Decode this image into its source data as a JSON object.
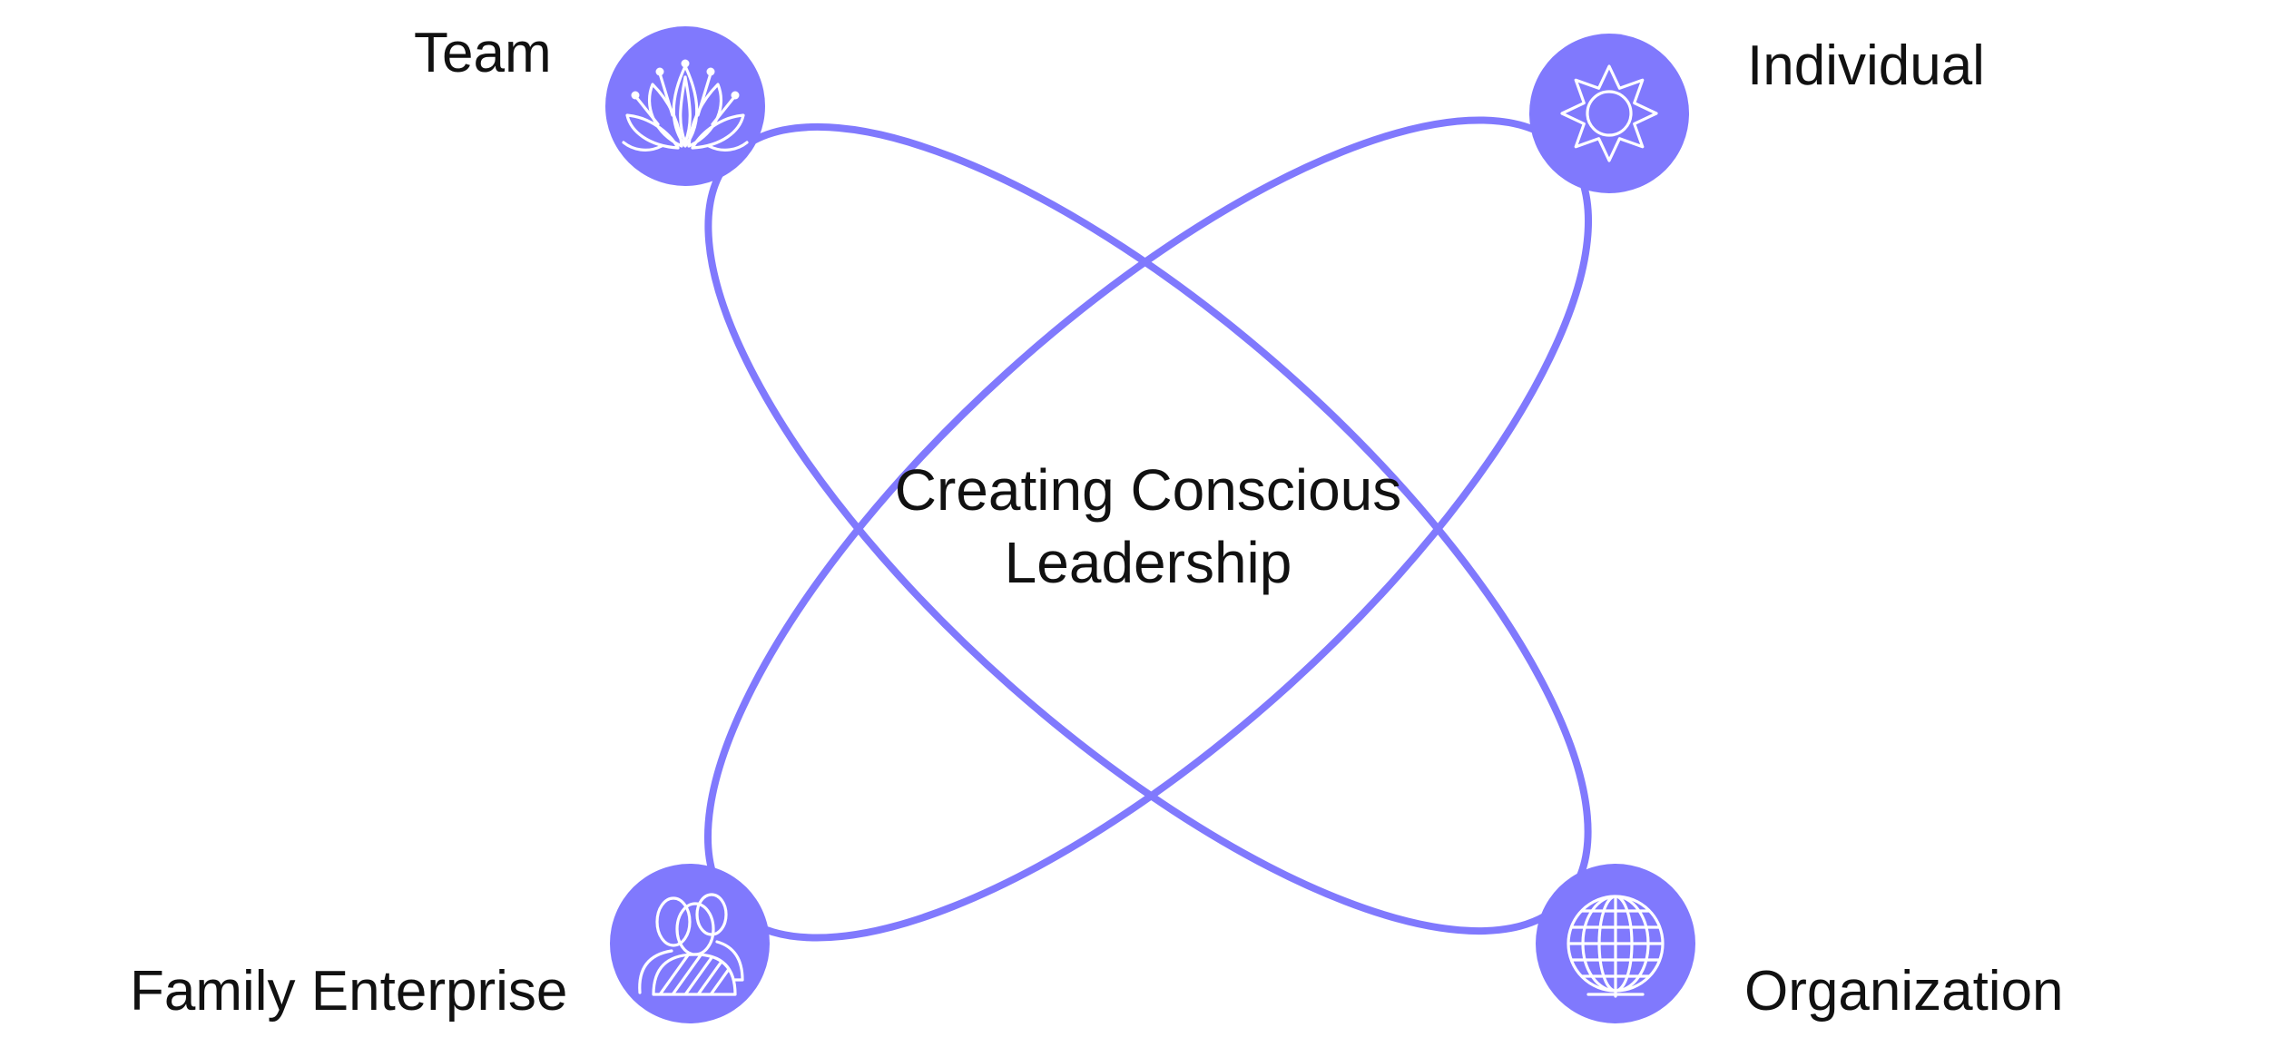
{
  "diagram": {
    "center_title": {
      "line1": "Creating Conscious",
      "line2": "Leadership"
    },
    "nodes": [
      {
        "label": "Team",
        "icon": "lotus-icon"
      },
      {
        "label": "Individual",
        "icon": "sun-icon"
      },
      {
        "label": "Family Enterprise",
        "icon": "family-icon"
      },
      {
        "label": "Organization",
        "icon": "globe-icon"
      }
    ],
    "colors": {
      "accent": "#8079fd",
      "text": "#111111",
      "background": "#ffffff"
    }
  }
}
